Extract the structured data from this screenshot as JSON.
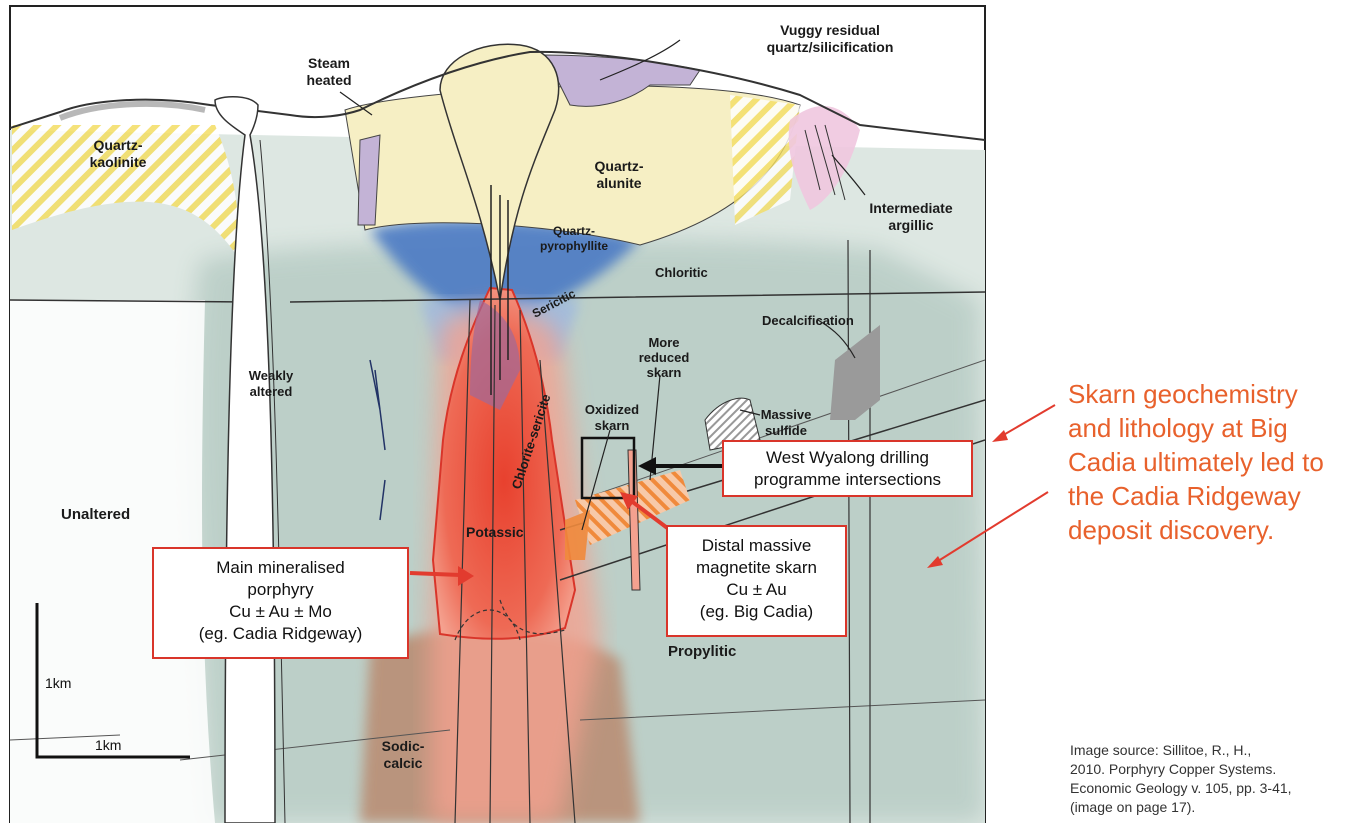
{
  "labels": {
    "steam_heated": [
      "Steam",
      "heated"
    ],
    "vuggy": [
      "Vuggy residual",
      "quartz/silicification"
    ],
    "quartz_kaolinite": [
      "Quartz-",
      "kaolinite"
    ],
    "quartz_alunite": [
      "Quartz-",
      "alunite"
    ],
    "quartz_pyrophyllite": [
      "Quartz-",
      "pyrophyllite"
    ],
    "intermediate_argillic": [
      "Intermediate",
      "argillic"
    ],
    "chloritic": "Chloritic",
    "sericitic": "Sericitic",
    "decalcification": "Decalcification",
    "weakly_altered": [
      "Weakly",
      "altered"
    ],
    "more_reduced_skarn": [
      "More",
      "reduced",
      "skarn"
    ],
    "oxidized_skarn": [
      "Oxidized",
      "skarn"
    ],
    "massive_sulfide": [
      "Massive",
      "sulfide"
    ],
    "chlorite_sericite": "Chlorite-sericite",
    "unaltered": "Unaltered",
    "potassic": "Potassic",
    "propylitic": "Propylitic",
    "sodic_calcic": [
      "Sodic-",
      "calcic"
    ],
    "scale_vertical": "1km",
    "scale_horizontal": "1km"
  },
  "callouts": {
    "main": [
      "Main mineralised",
      "porphyry",
      "Cu ± Au ± Mo",
      "(eg. Cadia Ridgeway)"
    ],
    "west_wyalong": [
      "West Wyalong drilling",
      "programme intersections"
    ],
    "distal": [
      "Distal massive",
      "magnetite skarn",
      "Cu ± Au",
      "(eg. Big Cadia)"
    ]
  },
  "annotation": [
    "Skarn geochemistry",
    "and lithology at Big",
    "Cadia ultimately led to",
    "the Cadia Ridgeway",
    "deposit discovery."
  ],
  "source": [
    "Image source: Sillitoe, R., H.,",
    "2010. Porphyry Copper Systems.",
    "Economic Geology v. 105, pp. 3-41,",
    "(image on page 17)."
  ],
  "colors": {
    "accent_red": "#d9352a",
    "annotation_orange": "#e8612c",
    "potassic": "#e8412e",
    "propylitic": "#b9cdc6",
    "quartz_alunite": "#f6efc4",
    "vuggy": "#c3b3d6",
    "pyrophyllite": "#4c7ac4",
    "sodic_calcic": "#b98a6f"
  }
}
